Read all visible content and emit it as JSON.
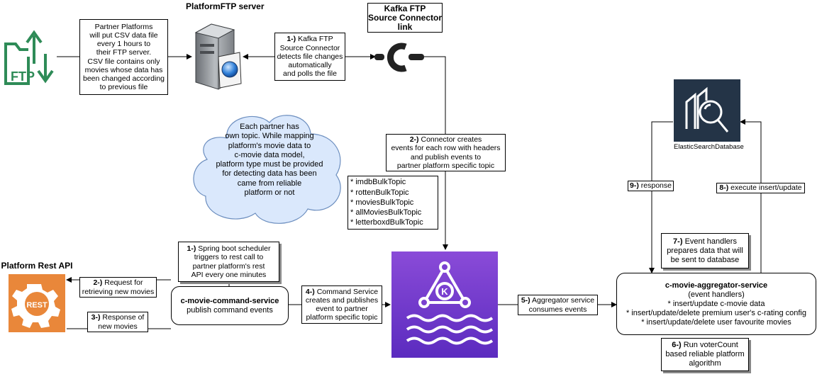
{
  "titles": {
    "platform_ftp": [
      "Platform",
      "FTP server"
    ],
    "kafka_connector": [
      "Kafka FTP",
      "Source Connector",
      "link"
    ],
    "platform_rest": "Platform Rest API",
    "elasticsearch": [
      "ElasticSearch",
      "Database"
    ]
  },
  "notes": {
    "partner_platforms": [
      "Partner Platforms",
      "will put CSV data file",
      "every 1 hours to",
      "their FTP server.",
      "CSV file contains only",
      "movies whose data has",
      "been changed according",
      "to previous file"
    ],
    "ftp_poll": {
      "step": "1-)",
      "lines": [
        "Kafka FTP",
        "Source Connector",
        "detects file changes",
        "automatically",
        "and polls the file"
      ]
    },
    "connector_events": {
      "step": "2-)",
      "lines": [
        "Connector creates",
        "events for each row with headers",
        "and publish events to",
        "partner platform specific topic"
      ]
    },
    "cloud": [
      "Each partner has",
      "own topic. While mapping",
      "platform's movie data to",
      "c-movie data model,",
      "platform type must be provided",
      "for detecting data has been",
      "came from reliable",
      "platform or not"
    ],
    "topics": [
      "* imdbBulkTopic",
      "* rottenBulkTopic",
      "* moviesBulkTopic",
      "* allMoviesBulkTopic",
      "* letterboxdBulkTopic"
    ],
    "scheduler": {
      "step": "1-)",
      "lines": [
        "Spring boot scheduler",
        "triggers to rest call to",
        "partner platform's rest",
        "API every one minutes"
      ]
    },
    "request": {
      "step": "2-)",
      "lines": [
        "Request for",
        "retrieving new movies"
      ]
    },
    "response": {
      "step": "3-)",
      "lines": [
        "Response of",
        "new movies"
      ]
    },
    "command_publish": {
      "step": "4-)",
      "lines": [
        "Command Service",
        "creates and publishes",
        "event to partner",
        "platform specific topic"
      ]
    },
    "aggregator_consume": {
      "step": "5-)",
      "lines": [
        "Aggregator service",
        "consumes events"
      ]
    },
    "run_votercount": {
      "step": "6-)",
      "lines": [
        "Run voterCount",
        "based reliable platform",
        "algorithm"
      ]
    },
    "event_handlers": {
      "step": "7-)",
      "lines": [
        "Event handlers",
        "prepares data that will",
        "be sent to database"
      ]
    },
    "execute_insert": {
      "step": "8-)",
      "lines": [
        "execute insert/update"
      ]
    },
    "db_response": {
      "step": "9-)",
      "lines": [
        "response"
      ]
    }
  },
  "services": {
    "command": {
      "title": "c-movie-command-service",
      "subtitle": "publish command events"
    },
    "aggregator": {
      "title": "c-movie-aggregator-service",
      "lines": [
        "(event handlers)",
        "* insert/update c-movie data",
        "* insert/update/delete premium user's c-rating config",
        "* insert/update/delete user favourite movies"
      ]
    }
  },
  "icons": {
    "ftp_text": "FTP",
    "rest_text": "REST",
    "kafka_letter": "K"
  },
  "colors": {
    "ftp_green": "#2e8b57",
    "cloud_fill": "#dae8fc",
    "cloud_stroke": "#6c8ebf",
    "kafka_top": "#8a4bd8",
    "kafka_bottom": "#5b2bbf",
    "rest_orange": "#e9873a",
    "elastic_bg": "#243447"
  }
}
